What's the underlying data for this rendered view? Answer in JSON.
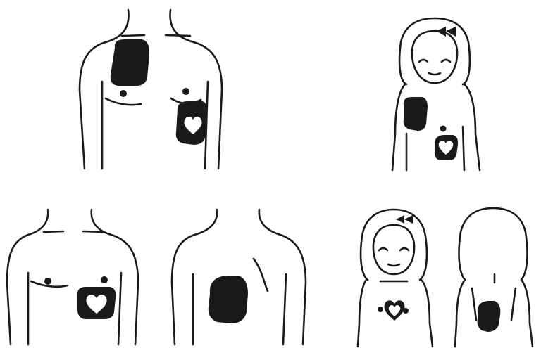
{
  "colors": {
    "ink": "#1a1a1a",
    "paper": "#ffffff"
  },
  "icons": {
    "pad_symbol": "heart-icon",
    "hair_accessory": "bow-icon"
  },
  "figures": [
    {
      "name": "adult-front-pads",
      "subject": "adult",
      "view": "front",
      "pads": [
        "upper-right-chest",
        "lower-left-side"
      ]
    },
    {
      "name": "child-front-pads",
      "subject": "child",
      "view": "front",
      "pads": [
        "upper-right-chest",
        "lower-left-side"
      ]
    },
    {
      "name": "adult-front-pad-heart",
      "subject": "adult",
      "view": "front",
      "pads": [
        "lower-left-side"
      ]
    },
    {
      "name": "adult-back-pad",
      "subject": "adult",
      "view": "back",
      "pads": [
        "left-back"
      ]
    },
    {
      "name": "child-front-pad-heart",
      "subject": "child",
      "view": "front",
      "pads": [
        "chest-center"
      ]
    },
    {
      "name": "child-back-pad",
      "subject": "child",
      "view": "back",
      "pads": [
        "mid-back"
      ]
    }
  ]
}
